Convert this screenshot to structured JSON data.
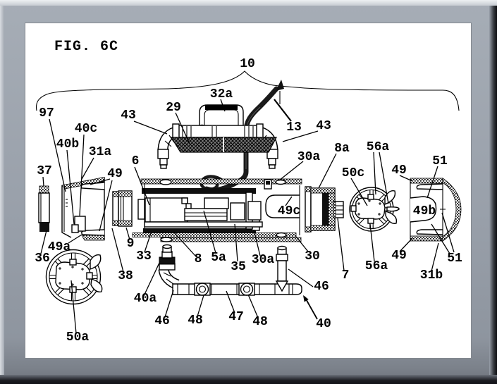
{
  "window": {
    "frame_color": "#99a0aa"
  },
  "figure": {
    "title": "FIG. 6C",
    "ink_color": "#000000",
    "paper_color": "#ffffff",
    "reference_labels": {
      "ref_10": "10",
      "ref_97": "97",
      "ref_43_left": "43",
      "ref_29": "29",
      "ref_32a": "32a",
      "ref_13": "13",
      "ref_43_right": "43",
      "ref_40c": "40c",
      "ref_40b": "40b",
      "ref_31a": "31a",
      "ref_37": "37",
      "ref_49_left": "49",
      "ref_6": "6",
      "ref_30a_top": "30a",
      "ref_8a": "8a",
      "ref_56a_top": "56a",
      "ref_50c": "50c",
      "ref_49_right_top": "49",
      "ref_51_top": "51",
      "ref_49b": "49b",
      "ref_49c": "49c",
      "ref_49a": "49a",
      "ref_36": "36",
      "ref_9": "9",
      "ref_33": "33",
      "ref_8": "8",
      "ref_5a": "5a",
      "ref_35": "35",
      "ref_30a_bottom": "30a",
      "ref_30": "30",
      "ref_7": "7",
      "ref_56a_bottom": "56a",
      "ref_49_right_bottom": "49",
      "ref_51_bottom": "51",
      "ref_31b": "31b",
      "ref_38": "38",
      "ref_40a": "40a",
      "ref_46_left": "46",
      "ref_48_left": "48",
      "ref_47": "47",
      "ref_48_right": "48",
      "ref_46_right": "46",
      "ref_40": "40",
      "ref_50a": "50a"
    }
  }
}
